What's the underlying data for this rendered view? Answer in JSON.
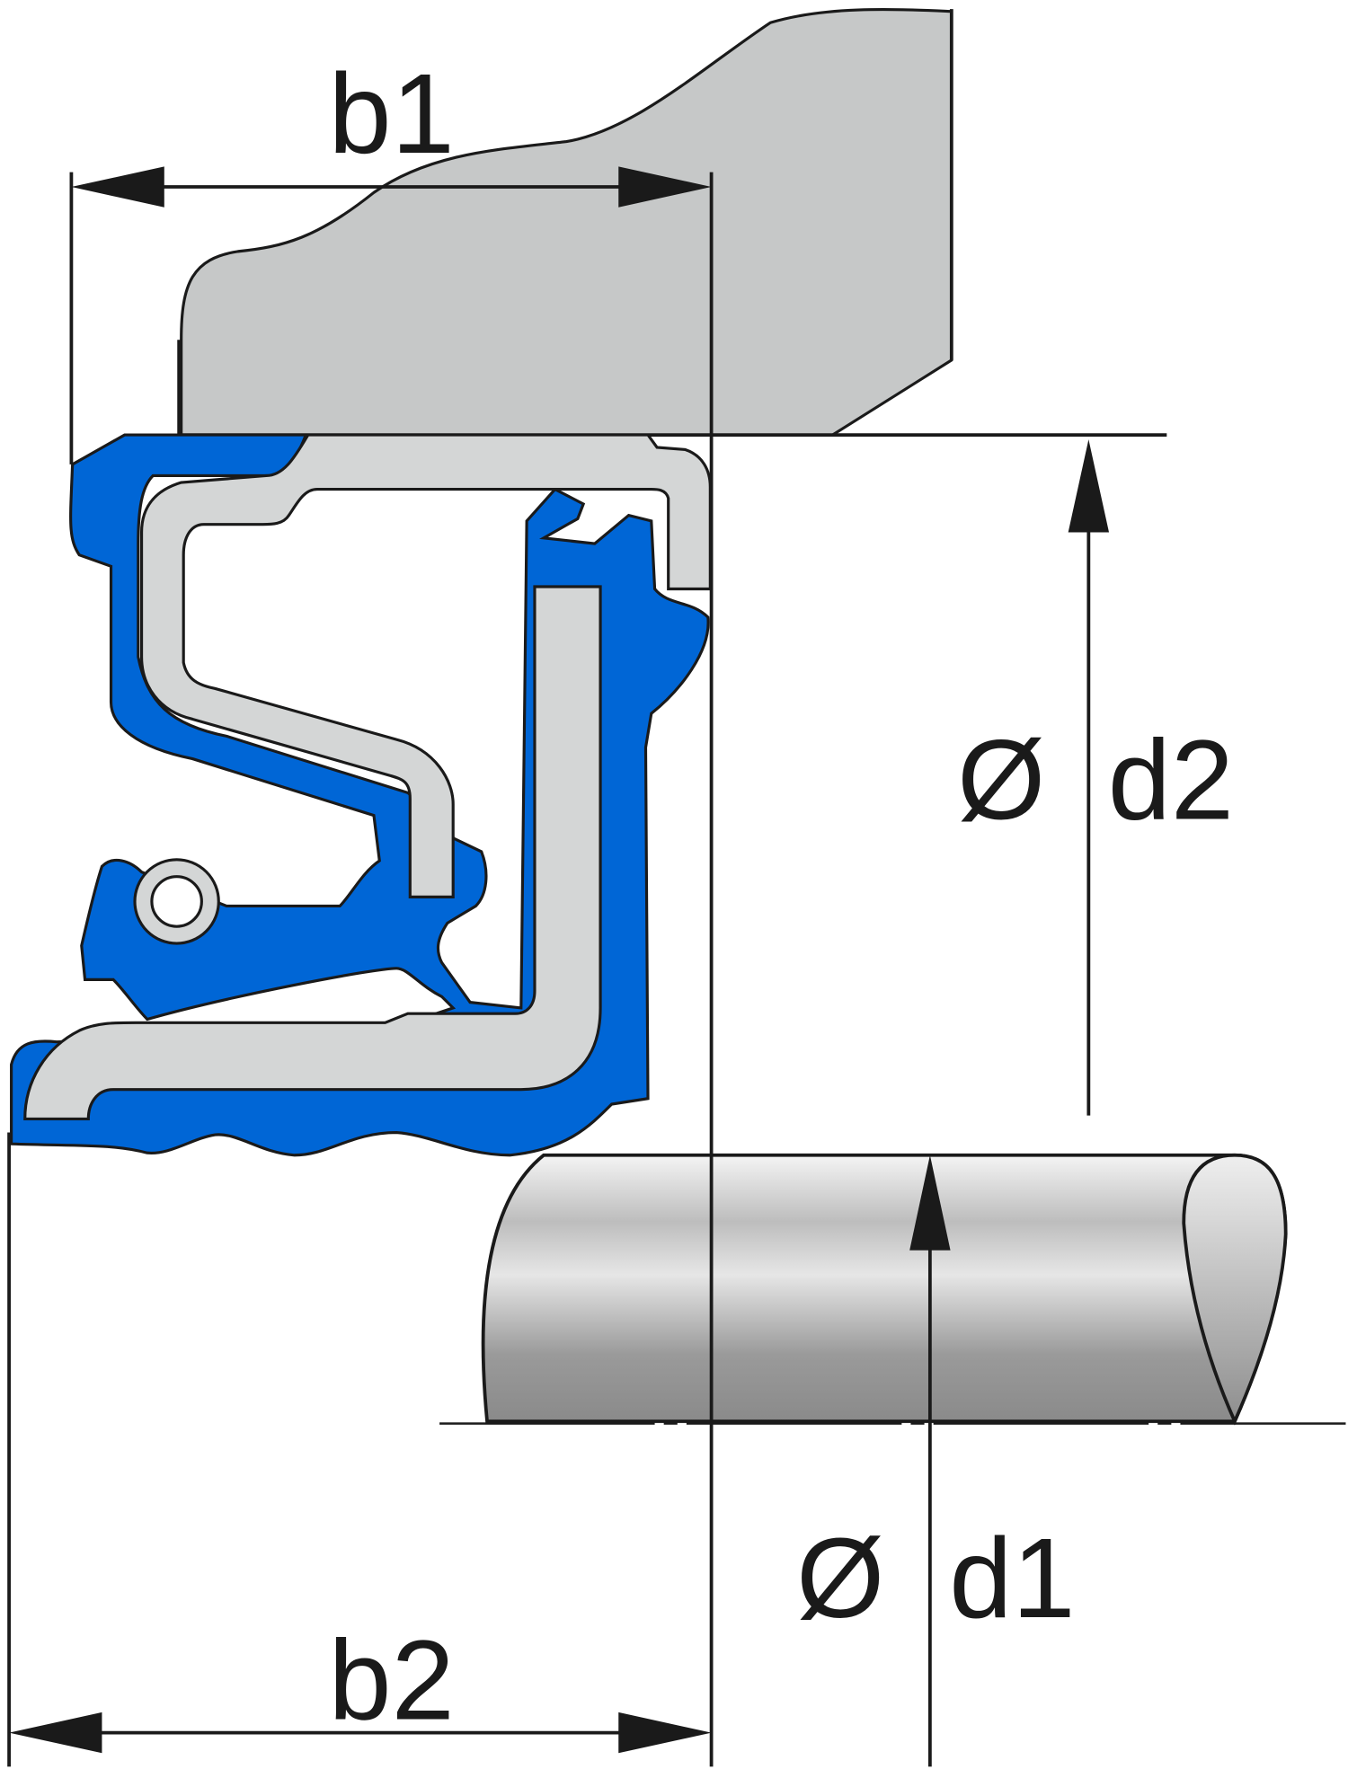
{
  "labels": {
    "b1": "b1",
    "b2": "b2",
    "d1_symbol": "Ø",
    "d1": "d1",
    "d2_symbol": "Ø",
    "d2": "d2"
  },
  "colors": {
    "rubber": "#0066d6",
    "metal_insert": "#d4d6d6",
    "housing": "#c6c8c8",
    "line": "#1a1a1a"
  }
}
